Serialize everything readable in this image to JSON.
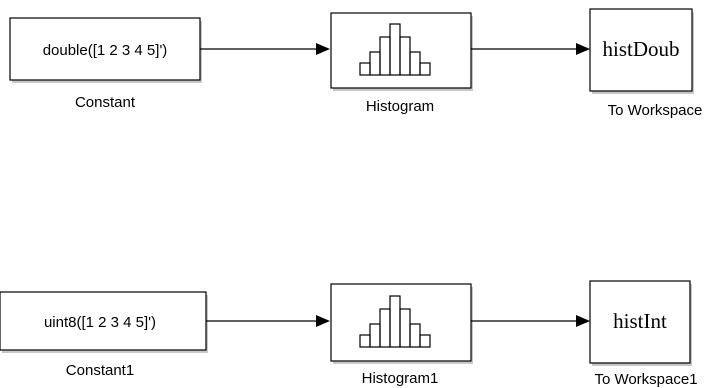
{
  "rows": [
    {
      "source": {
        "label": "double([1 2 3 4 5]')",
        "caption": "Constant"
      },
      "histogram": {
        "caption": "Histogram"
      },
      "sink": {
        "label": "histDoub",
        "caption": "To Workspace"
      }
    },
    {
      "source": {
        "label": "uint8([1 2 3 4 5]')",
        "caption": "Constant1"
      },
      "histogram": {
        "caption": "Histogram1"
      },
      "sink": {
        "label": "histInt",
        "caption": "To Workspace1"
      }
    }
  ]
}
